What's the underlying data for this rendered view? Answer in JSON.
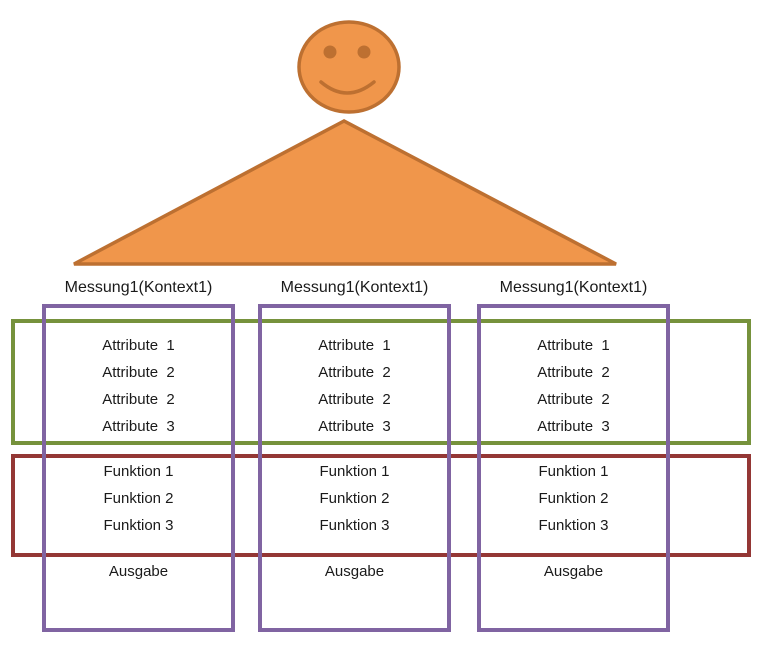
{
  "colors": {
    "orange": "#F0964B",
    "orange-dark": "#BD7031",
    "purple": "#8064A2",
    "green": "#76923C",
    "red": "#943735",
    "text": "#1A1A1A"
  },
  "icons": {
    "person": "smiley-face-person-with-triangle-body"
  },
  "columns": [
    {
      "header": "Messung1(Kontext1)",
      "attributes": [
        "Attribute  1",
        "Attribute  2",
        "Attribute  2",
        "Attribute  3"
      ],
      "functions": [
        "Funktion 1",
        "Funktion 2",
        "Funktion 3"
      ],
      "output": "Ausgabe"
    },
    {
      "header": "Messung1(Kontext1)",
      "attributes": [
        "Attribute  1",
        "Attribute  2",
        "Attribute  2",
        "Attribute  3"
      ],
      "functions": [
        "Funktion 1",
        "Funktion 2",
        "Funktion 3"
      ],
      "output": "Ausgabe"
    },
    {
      "header": "Messung1(Kontext1)",
      "attributes": [
        "Attribute  1",
        "Attribute  2",
        "Attribute  2",
        "Attribute  3"
      ],
      "functions": [
        "Funktion 1",
        "Funktion 2",
        "Funktion 3"
      ],
      "output": "Ausgabe"
    }
  ]
}
